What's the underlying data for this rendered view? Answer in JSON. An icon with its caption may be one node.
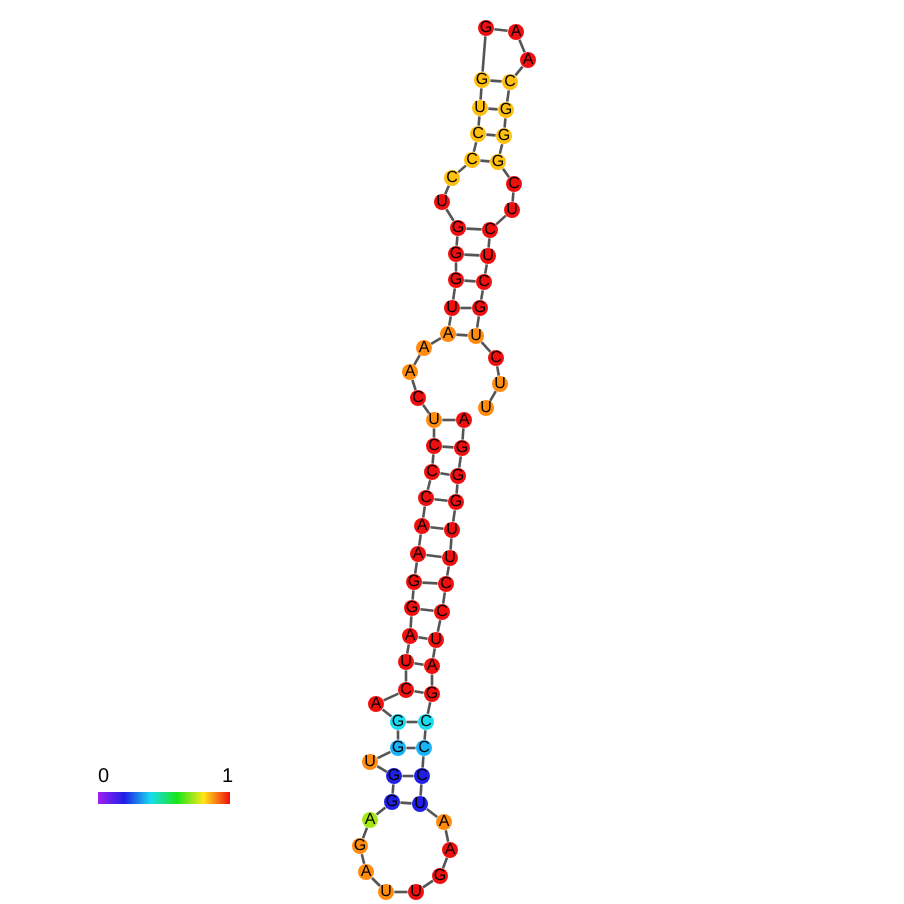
{
  "diagram": {
    "nodes": [
      {
        "text": [
          "A"
        ]
      },
      {
        "text": [
          "G"
        ]
      },
      {
        "text": [
          "G"
        ]
      },
      {
        "text": [
          "G"
        ]
      },
      {
        "text": [
          "U"
        ]
      },
      {
        "text": [
          "U"
        ]
      },
      {
        "text": [
          "C"
        ]
      },
      {
        "text": [
          "C"
        ]
      },
      {
        "text": [
          "U"
        ]
      },
      {
        "text": [
          "A"
        ]
      },
      {
        "text": [
          "G"
        ]
      },
      {
        "text": [
          "C"
        ]
      },
      {
        "text": [
          "C"
        ]
      },
      {
        "text": [
          "C"
        ]
      },
      {
        "text": [
          "U"
        ]
      },
      {
        "text": [
          "A"
        ]
      },
      {
        "text": [
          "A"
        ]
      },
      {
        "text": [
          "G"
        ]
      },
      {
        "text": [
          "U"
        ]
      },
      {
        "text": [
          "U"
        ]
      },
      {
        "text": [
          "A"
        ]
      },
      {
        "text": [
          "G"
        ]
      },
      {
        "text": [
          "A"
        ]
      },
      {
        "text": [
          "G"
        ]
      },
      {
        "text": [
          "G"
        ]
      },
      {
        "text": [
          "U"
        ]
      },
      {
        "text": [
          "G"
        ]
      },
      {
        "text": [
          "G"
        ]
      },
      {
        "text": [
          "A"
        ]
      },
      {
        "text": [
          "C"
        ]
      },
      {
        "text": [
          "U"
        ]
      },
      {
        "text": [
          "A"
        ]
      },
      {
        "text": [
          "G"
        ]
      },
      {
        "text": [
          "G"
        ]
      },
      {
        "text": [
          "A"
        ]
      },
      {
        "text": [
          "A"
        ]
      },
      {
        "text": [
          "C"
        ]
      },
      {
        "text": [
          "C"
        ]
      },
      {
        "text": [
          "C"
        ]
      },
      {
        "text": [
          "U"
        ]
      },
      {
        "text": [
          "C"
        ]
      },
      {
        "text": [
          "A"
        ]
      },
      {
        "text": [
          "A"
        ]
      },
      {
        "text": [
          "A"
        ]
      },
      {
        "text": [
          "U"
        ]
      },
      {
        "text": [
          "G"
        ]
      },
      {
        "text": [
          "G"
        ]
      },
      {
        "text": [
          "G"
        ]
      },
      {
        "text": [
          "U"
        ]
      },
      {
        "text": [
          "C"
        ]
      },
      {
        "text": [
          "C"
        ]
      },
      {
        "text": [
          "C"
        ]
      },
      {
        "text": [
          "U"
        ]
      },
      {
        "text": [
          "G"
        ]
      },
      {
        "text": [
          "G"
        ]
      },
      {
        "text": [
          "A"
        ]
      },
      {
        "text": [
          "A"
        ]
      },
      {
        "text": [
          "C"
        ]
      },
      {
        "text": [
          "G"
        ]
      },
      {
        "text": [
          "G"
        ]
      },
      {
        "text": [
          "G"
        ]
      },
      {
        "text": [
          "C"
        ]
      },
      {
        "text": [
          "U"
        ]
      },
      {
        "text": [
          "C"
        ]
      },
      {
        "text": [
          "U"
        ]
      },
      {
        "text": [
          "C"
        ]
      },
      {
        "text": [
          "G"
        ]
      },
      {
        "text": [
          "U"
        ]
      },
      {
        "text": [
          "C"
        ]
      },
      {
        "text": [
          "U"
        ]
      },
      {
        "text": [
          "U"
        ]
      }
    ],
    "edges": [
      {
        "from": 0,
        "to": 1,
        "arrow": "none"
      },
      {
        "from": 1,
        "to": 2,
        "arrow": "none"
      },
      {
        "from": 2,
        "to": 3,
        "arrow": "none"
      },
      {
        "from": 3,
        "to": 4,
        "arrow": "none"
      },
      {
        "from": 4,
        "to": 5,
        "arrow": "none"
      },
      {
        "from": 5,
        "to": 6,
        "arrow": "none"
      },
      {
        "from": 6,
        "to": 7,
        "arrow": "none"
      },
      {
        "from": 7,
        "to": 8,
        "arrow": "none"
      },
      {
        "from": 8,
        "to": 9,
        "arrow": "none"
      },
      {
        "from": 9,
        "to": 10,
        "arrow": "none"
      },
      {
        "from": 10,
        "to": 11,
        "arrow": "none"
      },
      {
        "from": 11,
        "to": 12,
        "arrow": "none"
      },
      {
        "from": 12,
        "to": 13,
        "arrow": "none"
      },
      {
        "from": 13,
        "to": 14,
        "arrow": "none"
      },
      {
        "from": 14,
        "to": 15,
        "arrow": "none"
      },
      {
        "from": 15,
        "to": 16,
        "arrow": "none"
      },
      {
        "from": 16,
        "to": 17,
        "arrow": "none"
      },
      {
        "from": 17,
        "to": 18,
        "arrow": "none"
      },
      {
        "from": 18,
        "to": 19,
        "arrow": "none"
      },
      {
        "from": 19,
        "to": 20,
        "arrow": "none"
      },
      {
        "from": 20,
        "to": 21,
        "arrow": "none"
      },
      {
        "from": 21,
        "to": 22,
        "arrow": "none"
      },
      {
        "from": 22,
        "to": 23,
        "arrow": "none"
      },
      {
        "from": 23,
        "to": 24,
        "arrow": "none"
      },
      {
        "from": 24,
        "to": 25,
        "arrow": "none"
      },
      {
        "from": 25,
        "to": 26,
        "arrow": "none"
      },
      {
        "from": 26,
        "to": 27,
        "arrow": "none"
      },
      {
        "from": 27,
        "to": 28,
        "arrow": "none"
      },
      {
        "from": 28,
        "to": 29,
        "arrow": "none"
      },
      {
        "from": 29,
        "to": 30,
        "arrow": "none"
      },
      {
        "from": 30,
        "to": 31,
        "arrow": "none"
      },
      {
        "from": 31,
        "to": 32,
        "arrow": "none"
      },
      {
        "from": 32,
        "to": 33,
        "arrow": "none"
      },
      {
        "from": 33,
        "to": 34,
        "arrow": "none"
      },
      {
        "from": 34,
        "to": 35,
        "arrow": "none"
      },
      {
        "from": 35,
        "to": 36,
        "arrow": "none"
      },
      {
        "from": 36,
        "to": 37,
        "arrow": "none"
      },
      {
        "from": 37,
        "to": 38,
        "arrow": "none"
      },
      {
        "from": 38,
        "to": 39,
        "arrow": "none"
      },
      {
        "from": 39,
        "to": 40,
        "arrow": "none"
      },
      {
        "from": 40,
        "to": 41,
        "arrow": "none"
      },
      {
        "from": 41,
        "to": 42,
        "arrow": "none"
      },
      {
        "from": 42,
        "to": 43,
        "arrow": "none"
      },
      {
        "from": 43,
        "to": 44,
        "arrow": "none"
      },
      {
        "from": 44,
        "to": 45,
        "arrow": "none"
      },
      {
        "from": 45,
        "to": 46,
        "arrow": "none"
      },
      {
        "from": 46,
        "to": 47,
        "arrow": "none"
      },
      {
        "from": 47,
        "to": 48,
        "arrow": "none"
      },
      {
        "from": 48,
        "to": 49,
        "arrow": "none"
      },
      {
        "from": 49,
        "to": 50,
        "arrow": "none"
      },
      {
        "from": 50,
        "to": 51,
        "arrow": "none"
      },
      {
        "from": 51,
        "to": 52,
        "arrow": "none"
      },
      {
        "from": 52,
        "to": 53,
        "arrow": "none"
      },
      {
        "from": 53,
        "to": 54,
        "arrow": "none"
      },
      {
        "from": 54,
        "to": 55,
        "arrow": "none"
      },
      {
        "from": 55,
        "to": 56,
        "arrow": "none"
      },
      {
        "from": 56,
        "to": 57,
        "arrow": "none"
      },
      {
        "from": 57,
        "to": 58,
        "arrow": "none"
      },
      {
        "from": 58,
        "to": 59,
        "arrow": "none"
      },
      {
        "from": 59,
        "to": 60,
        "arrow": "none"
      },
      {
        "from": 60,
        "to": 61,
        "arrow": "none"
      },
      {
        "from": 61,
        "to": 62,
        "arrow": "none"
      },
      {
        "from": 62,
        "to": 63,
        "arrow": "none"
      },
      {
        "from": 63,
        "to": 64,
        "arrow": "none"
      },
      {
        "from": 64,
        "to": 65,
        "arrow": "none"
      },
      {
        "from": 65,
        "to": 66,
        "arrow": "none"
      },
      {
        "from": 66,
        "to": 67,
        "arrow": "none"
      },
      {
        "from": 67,
        "to": 68,
        "arrow": "none"
      },
      {
        "from": 68,
        "to": 69,
        "arrow": "none"
      },
      {
        "from": 69,
        "to": 70,
        "arrow": "none"
      },
      {
        "from": 57,
        "to": 53,
        "arrow": "none"
      },
      {
        "from": 58,
        "to": 52,
        "arrow": "none"
      },
      {
        "from": 59,
        "to": 51,
        "arrow": "none"
      },
      {
        "from": 60,
        "to": 50,
        "arrow": "none"
      },
      {
        "from": 63,
        "to": 47,
        "arrow": "none"
      },
      {
        "from": 64,
        "to": 46,
        "arrow": "none"
      },
      {
        "from": 65,
        "to": 45,
        "arrow": "none"
      },
      {
        "from": 66,
        "to": 44,
        "arrow": "none"
      },
      {
        "from": 67,
        "to": 43,
        "arrow": "none"
      },
      {
        "from": 0,
        "to": 39,
        "arrow": "none"
      },
      {
        "from": 1,
        "to": 38,
        "arrow": "none"
      },
      {
        "from": 2,
        "to": 37,
        "arrow": "none"
      },
      {
        "from": 3,
        "to": 36,
        "arrow": "none"
      },
      {
        "from": 4,
        "to": 35,
        "arrow": "none"
      },
      {
        "from": 5,
        "to": 34,
        "arrow": "none"
      },
      {
        "from": 6,
        "to": 33,
        "arrow": "none"
      },
      {
        "from": 7,
        "to": 32,
        "arrow": "none"
      },
      {
        "from": 8,
        "to": 31,
        "arrow": "none"
      },
      {
        "from": 9,
        "to": 30,
        "arrow": "none"
      },
      {
        "from": 10,
        "to": 29,
        "arrow": "none"
      },
      {
        "from": 11,
        "to": 27,
        "arrow": "none"
      },
      {
        "from": 12,
        "to": 26,
        "arrow": "none"
      },
      {
        "from": 13,
        "to": 24,
        "arrow": "none"
      },
      {
        "from": 14,
        "to": 23,
        "arrow": "none"
      }
    ],
    "labels": [
      "0",
      "1"
    ]
  }
}
